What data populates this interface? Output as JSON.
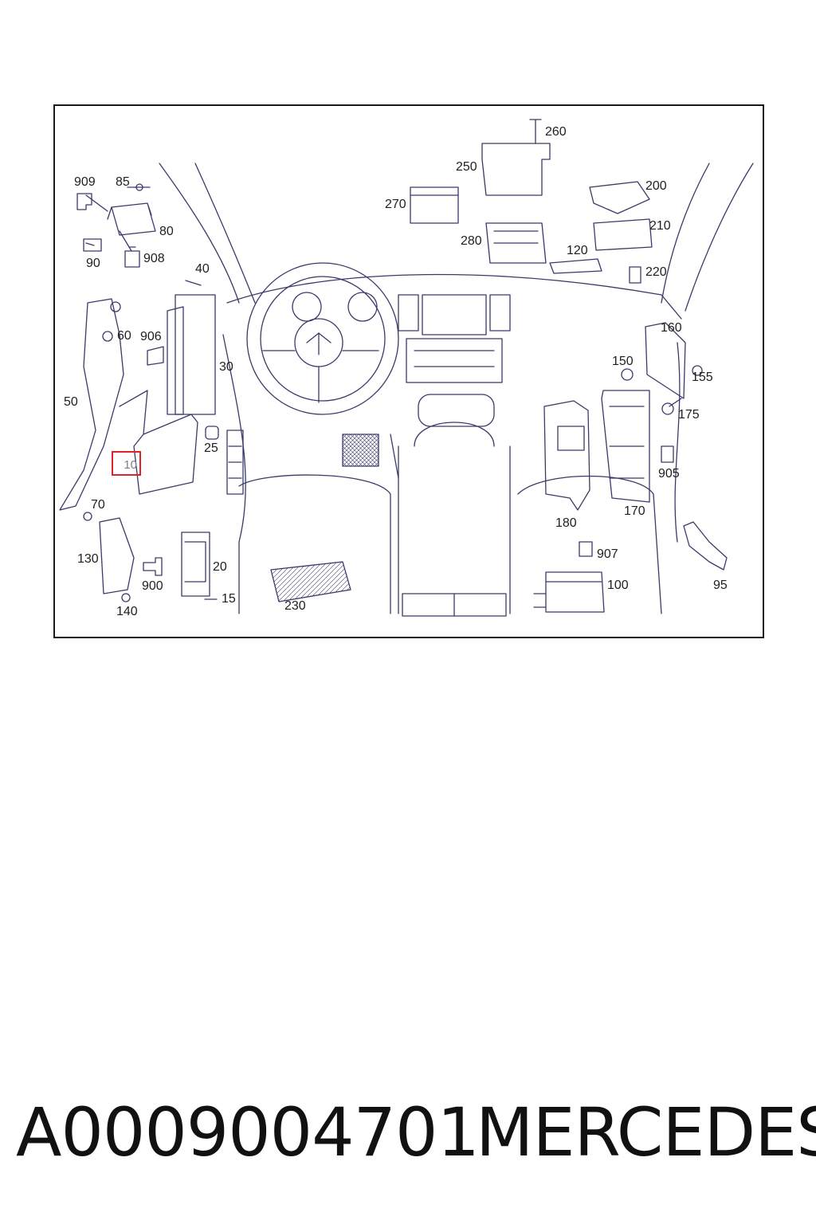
{
  "diagram": {
    "callouts": [
      "909",
      "85",
      "80",
      "90",
      "908",
      "40",
      "60",
      "906",
      "30",
      "50",
      "10",
      "25",
      "70",
      "130",
      "900",
      "140",
      "20",
      "15",
      "230",
      "260",
      "250",
      "270",
      "280",
      "120",
      "200",
      "210",
      "220",
      "160",
      "150",
      "155",
      "175",
      "905",
      "170",
      "180",
      "907",
      "100",
      "95"
    ],
    "highlighted_callout": "10",
    "highlight_color": "#e0222a",
    "line_color": "#3a3a6a"
  },
  "footer": {
    "part_number": "A0009004701",
    "brand": "MERCEDES"
  }
}
